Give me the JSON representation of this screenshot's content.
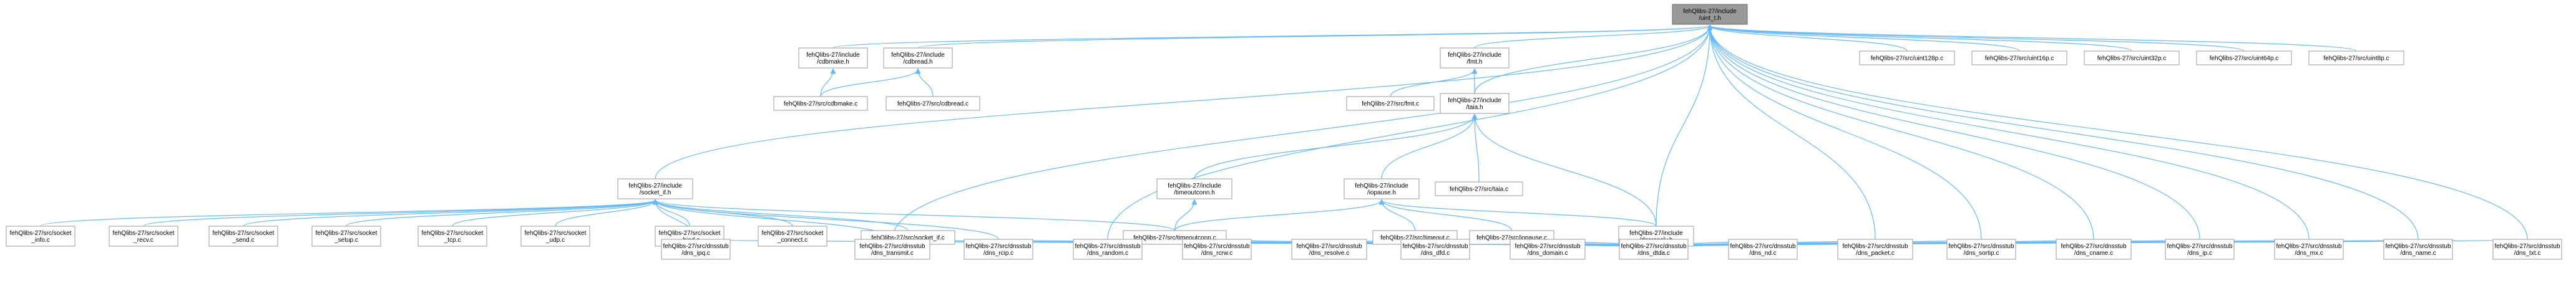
{
  "diagram": {
    "type": "include-dependency-graph",
    "colors": {
      "edge": "#63b8ff",
      "root_fill": "#999999",
      "node_border": "#999999",
      "node_fill": "#ffffff"
    },
    "nodes": [
      {
        "id": "uint_t",
        "lines": [
          "fehQlibs-27/include",
          "/uint_t.h"
        ],
        "root": true
      },
      {
        "id": "cdbmake_h",
        "lines": [
          "fehQlibs-27/include",
          "/cdbmake.h"
        ]
      },
      {
        "id": "cdbread_h",
        "lines": [
          "fehQlibs-27/include",
          "/cdbread.h"
        ]
      },
      {
        "id": "fmt_h",
        "lines": [
          "fehQlibs-27/include",
          "/fmt.h"
        ]
      },
      {
        "id": "uint128p",
        "lines": [
          "fehQlibs-27/src/uint128p.c"
        ]
      },
      {
        "id": "uint16p",
        "lines": [
          "fehQlibs-27/src/uint16p.c"
        ]
      },
      {
        "id": "uint32p",
        "lines": [
          "fehQlibs-27/src/uint32p.c"
        ]
      },
      {
        "id": "uint64p",
        "lines": [
          "fehQlibs-27/src/uint64p.c"
        ]
      },
      {
        "id": "uint8p",
        "lines": [
          "fehQlibs-27/src/uint8p.c"
        ]
      },
      {
        "id": "cdbmake_c",
        "lines": [
          "fehQlibs-27/src/cdbmake.c"
        ]
      },
      {
        "id": "cdbread_c",
        "lines": [
          "fehQlibs-27/src/cdbread.c"
        ]
      },
      {
        "id": "fmt_c",
        "lines": [
          "fehQlibs-27/src/fmt.c"
        ]
      },
      {
        "id": "fastxio_h",
        "lines": [
          "fehQlibs-27/include",
          "/taia.h"
        ]
      },
      {
        "id": "socket_h",
        "lines": [
          "fehQlibs-27/include",
          "/socket_if.h"
        ]
      },
      {
        "id": "timeoutconn_h",
        "lines": [
          "fehQlibs-27/include",
          "/timeoutconn.h"
        ]
      },
      {
        "id": "iopause_h",
        "lines": [
          "fehQlibs-27/include",
          "/iopause.h"
        ]
      },
      {
        "id": "taia_c",
        "lines": [
          "fehQlibs-27/src/taia.c"
        ]
      },
      {
        "id": "sock_info",
        "lines": [
          "fehQlibs-27/src/socket",
          "_info.c"
        ]
      },
      {
        "id": "sock_recv",
        "lines": [
          "fehQlibs-27/src/socket",
          "_recv.c"
        ]
      },
      {
        "id": "sock_send",
        "lines": [
          "fehQlibs-27/src/socket",
          "_send.c"
        ]
      },
      {
        "id": "sock_setup",
        "lines": [
          "fehQlibs-27/src/socket",
          "_setup.c"
        ]
      },
      {
        "id": "sock_tcp",
        "lines": [
          "fehQlibs-27/src/socket",
          "_tcp.c"
        ]
      },
      {
        "id": "sock_udp",
        "lines": [
          "fehQlibs-27/src/socket",
          "_udp.c"
        ]
      },
      {
        "id": "sock_bind",
        "lines": [
          "fehQlibs-27/src/socket",
          "_bind.c"
        ]
      },
      {
        "id": "sock_connect",
        "lines": [
          "fehQlibs-27/src/socket",
          "_connect.c"
        ]
      },
      {
        "id": "sock_if",
        "lines": [
          "fehQlibs-27/src/socket_if.c"
        ]
      },
      {
        "id": "timeoutconn_c",
        "lines": [
          "fehQlibs-27/src/timeoutconn.c"
        ]
      },
      {
        "id": "timeout_c",
        "lines": [
          "fehQlibs-27/src/timeout.c"
        ]
      },
      {
        "id": "iopause_c",
        "lines": [
          "fehQlibs-27/src/iopause.c"
        ]
      },
      {
        "id": "dnsresolv_h",
        "lines": [
          "fehQlibs-27/include",
          "/dnsresolv.h"
        ]
      },
      {
        "id": "dns_ipq",
        "lines": [
          "fehQlibs-27/src/dnsstub",
          "/dns_ipq.c"
        ]
      },
      {
        "id": "dns_transmit",
        "lines": [
          "fehQlibs-27/src/dnsstub",
          "/dns_transmit.c"
        ]
      },
      {
        "id": "dns_rcip",
        "lines": [
          "fehQlibs-27/src/dnsstub",
          "/dns_rcip.c"
        ]
      },
      {
        "id": "dns_random",
        "lines": [
          "fehQlibs-27/src/dnsstub",
          "/dns_random.c"
        ]
      },
      {
        "id": "dns_rcrw",
        "lines": [
          "fehQlibs-27/src/dnsstub",
          "/dns_rcrw.c"
        ]
      },
      {
        "id": "dns_resolve",
        "lines": [
          "fehQlibs-27/src/dnsstub",
          "/dns_resolve.c"
        ]
      },
      {
        "id": "dns_dfd",
        "lines": [
          "fehQlibs-27/src/dnsstub",
          "/dns_dfd.c"
        ]
      },
      {
        "id": "dns_domain",
        "lines": [
          "fehQlibs-27/src/dnsstub",
          "/dns_domain.c"
        ]
      },
      {
        "id": "dns_dtda",
        "lines": [
          "fehQlibs-27/src/dnsstub",
          "/dns_dtda.c"
        ]
      },
      {
        "id": "dns_nd",
        "lines": [
          "fehQlibs-27/src/dnsstub",
          "/dns_nd.c"
        ]
      },
      {
        "id": "dns_packet",
        "lines": [
          "fehQlibs-27/src/dnsstub",
          "/dns_packet.c"
        ]
      },
      {
        "id": "dns_sortip",
        "lines": [
          "fehQlibs-27/src/dnsstub",
          "/dns_sortip.c"
        ]
      },
      {
        "id": "dns_cname",
        "lines": [
          "fehQlibs-27/src/dnsstub",
          "/dns_cname.c"
        ]
      },
      {
        "id": "dns_ip",
        "lines": [
          "fehQlibs-27/src/dnsstub",
          "/dns_ip.c"
        ]
      },
      {
        "id": "dns_mx",
        "lines": [
          "fehQlibs-27/src/dnsstub",
          "/dns_mx.c"
        ]
      },
      {
        "id": "dns_name",
        "lines": [
          "fehQlibs-27/src/dnsstub",
          "/dns_name.c"
        ]
      },
      {
        "id": "dns_txt",
        "lines": [
          "fehQlibs-27/src/dnsstub",
          "/dns_txt.c"
        ]
      }
    ],
    "edges": [
      [
        "cdbmake_h",
        "uint_t"
      ],
      [
        "cdbread_h",
        "uint_t"
      ],
      [
        "fmt_h",
        "uint_t"
      ],
      [
        "uint128p",
        "uint_t"
      ],
      [
        "uint16p",
        "uint_t"
      ],
      [
        "uint32p",
        "uint_t"
      ],
      [
        "uint64p",
        "uint_t"
      ],
      [
        "uint8p",
        "uint_t"
      ],
      [
        "socket_h",
        "uint_t"
      ],
      [
        "fastxio_h",
        "uint_t"
      ],
      [
        "dnsresolv_h",
        "uint_t"
      ],
      [
        "cdbmake_c",
        "cdbmake_h"
      ],
      [
        "cdbmake_c",
        "cdbread_h"
      ],
      [
        "cdbread_c",
        "cdbread_h"
      ],
      [
        "fmt_c",
        "fmt_h"
      ],
      [
        "fastxio_h",
        "fmt_h"
      ],
      [
        "timeoutconn_h",
        "fastxio_h"
      ],
      [
        "iopause_h",
        "fastxio_h"
      ],
      [
        "taia_c",
        "fastxio_h"
      ],
      [
        "dnsresolv_h",
        "fastxio_h"
      ],
      [
        "sock_info",
        "socket_h"
      ],
      [
        "sock_recv",
        "socket_h"
      ],
      [
        "sock_send",
        "socket_h"
      ],
      [
        "sock_setup",
        "socket_h"
      ],
      [
        "sock_tcp",
        "socket_h"
      ],
      [
        "sock_udp",
        "socket_h"
      ],
      [
        "sock_bind",
        "socket_h"
      ],
      [
        "sock_connect",
        "socket_h"
      ],
      [
        "sock_if",
        "socket_h"
      ],
      [
        "timeoutconn_c",
        "socket_h"
      ],
      [
        "dns_ipq",
        "socket_h"
      ],
      [
        "dns_rcip",
        "socket_h"
      ],
      [
        "dns_transmit",
        "socket_h"
      ],
      [
        "timeoutconn_c",
        "timeoutconn_h"
      ],
      [
        "timeoutconn_c",
        "iopause_h"
      ],
      [
        "timeout_c",
        "iopause_h"
      ],
      [
        "iopause_c",
        "iopause_h"
      ],
      [
        "dnsresolv_h",
        "iopause_h"
      ],
      [
        "dns_ipq",
        "dnsresolv_h"
      ],
      [
        "dns_transmit",
        "dnsresolv_h"
      ],
      [
        "dns_rcip",
        "dnsresolv_h"
      ],
      [
        "dns_random",
        "dnsresolv_h"
      ],
      [
        "dns_rcrw",
        "dnsresolv_h"
      ],
      [
        "dns_resolve",
        "dnsresolv_h"
      ],
      [
        "dns_dfd",
        "dnsresolv_h"
      ],
      [
        "dns_domain",
        "dnsresolv_h"
      ],
      [
        "dns_dtda",
        "dnsresolv_h"
      ],
      [
        "dns_nd",
        "dnsresolv_h"
      ],
      [
        "dns_packet",
        "dnsresolv_h"
      ],
      [
        "dns_sortip",
        "dnsresolv_h"
      ],
      [
        "dns_cname",
        "dnsresolv_h"
      ],
      [
        "dns_ip",
        "dnsresolv_h"
      ],
      [
        "dns_mx",
        "dnsresolv_h"
      ],
      [
        "dns_name",
        "dnsresolv_h"
      ],
      [
        "dns_txt",
        "dnsresolv_h"
      ],
      [
        "dns_ip",
        "uint_t"
      ],
      [
        "dns_mx",
        "uint_t"
      ],
      [
        "dns_name",
        "uint_t"
      ],
      [
        "dns_txt",
        "uint_t"
      ],
      [
        "dns_packet",
        "uint_t"
      ],
      [
        "dns_sortip",
        "uint_t"
      ],
      [
        "dns_cname",
        "uint_t"
      ],
      [
        "dns_random",
        "uint_t"
      ],
      [
        "dns_transmit",
        "uint_t"
      ]
    ]
  }
}
